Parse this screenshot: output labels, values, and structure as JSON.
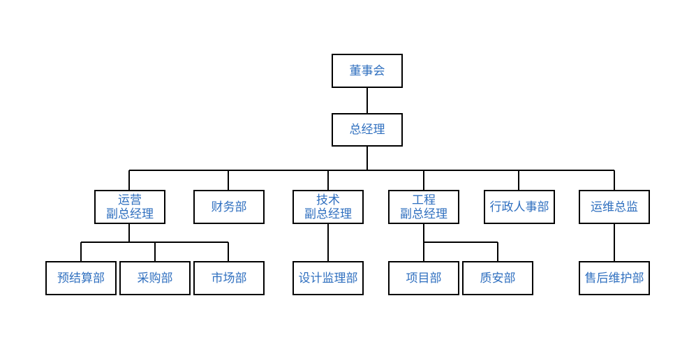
{
  "colors": {
    "text": "#2f6fbf",
    "line": "#000000",
    "background": "#ffffff"
  },
  "nodes": {
    "board": {
      "lines": [
        "董事会"
      ]
    },
    "gm": {
      "lines": [
        "总经理"
      ]
    },
    "ops_vp": {
      "lines": [
        "运营",
        "副总经理"
      ]
    },
    "finance": {
      "lines": [
        "财务部"
      ]
    },
    "tech_vp": {
      "lines": [
        "技术",
        "副总经理"
      ]
    },
    "eng_vp": {
      "lines": [
        "工程",
        "副总经理"
      ]
    },
    "admin_hr": {
      "lines": [
        "行政人事部"
      ]
    },
    "ops_director": {
      "lines": [
        "运维总监"
      ]
    },
    "budget": {
      "lines": [
        "预结算部"
      ]
    },
    "purchasing": {
      "lines": [
        "采购部"
      ]
    },
    "marketing": {
      "lines": [
        "市场部"
      ]
    },
    "design_supervision": {
      "lines": [
        "设计监理部"
      ]
    },
    "projects": {
      "lines": [
        "项目部"
      ]
    },
    "quality_safety": {
      "lines": [
        "质安部"
      ]
    },
    "after_sales": {
      "lines": [
        "售后维护部"
      ]
    }
  }
}
